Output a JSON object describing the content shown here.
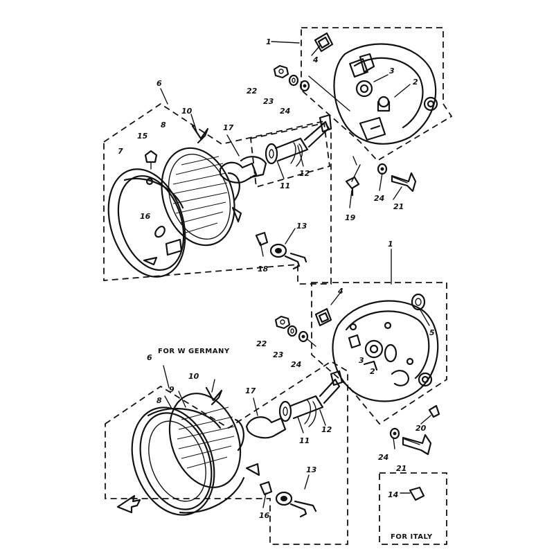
{
  "captions": {
    "germany": "FOR W GERMANY",
    "italy": "FOR ITALY"
  },
  "top_callouts": [
    {
      "id": "t1",
      "text": "1"
    },
    {
      "id": "t2",
      "text": "2"
    },
    {
      "id": "t3",
      "text": "3"
    },
    {
      "id": "t4",
      "text": "4"
    },
    {
      "id": "t6",
      "text": "6"
    },
    {
      "id": "t7",
      "text": "7"
    },
    {
      "id": "t8",
      "text": "8"
    },
    {
      "id": "t10",
      "text": "10"
    },
    {
      "id": "t11",
      "text": "11"
    },
    {
      "id": "t12",
      "text": "12"
    },
    {
      "id": "t13",
      "text": "13"
    },
    {
      "id": "t15",
      "text": "15"
    },
    {
      "id": "t16",
      "text": "16"
    },
    {
      "id": "t17",
      "text": "17"
    },
    {
      "id": "t18",
      "text": "18"
    },
    {
      "id": "t19",
      "text": "19"
    },
    {
      "id": "t21",
      "text": "21"
    },
    {
      "id": "t22",
      "text": "22"
    },
    {
      "id": "t23",
      "text": "23"
    },
    {
      "id": "t24a",
      "text": "24"
    },
    {
      "id": "t24b",
      "text": "24"
    }
  ],
  "bottom_callouts": [
    {
      "id": "b1",
      "text": "1"
    },
    {
      "id": "b2",
      "text": "2"
    },
    {
      "id": "b3",
      "text": "3"
    },
    {
      "id": "b4",
      "text": "4"
    },
    {
      "id": "b5",
      "text": "5"
    },
    {
      "id": "b6",
      "text": "6"
    },
    {
      "id": "b8",
      "text": "8"
    },
    {
      "id": "b9",
      "text": "9"
    },
    {
      "id": "b10",
      "text": "10"
    },
    {
      "id": "b11",
      "text": "11"
    },
    {
      "id": "b12",
      "text": "12"
    },
    {
      "id": "b13",
      "text": "13"
    },
    {
      "id": "b14",
      "text": "14"
    },
    {
      "id": "b16",
      "text": "16"
    },
    {
      "id": "b17",
      "text": "17"
    },
    {
      "id": "b20",
      "text": "20"
    },
    {
      "id": "b21",
      "text": "21"
    },
    {
      "id": "b22",
      "text": "22"
    },
    {
      "id": "b23",
      "text": "23"
    },
    {
      "id": "b24a",
      "text": "24"
    },
    {
      "id": "b24b",
      "text": "24"
    }
  ]
}
